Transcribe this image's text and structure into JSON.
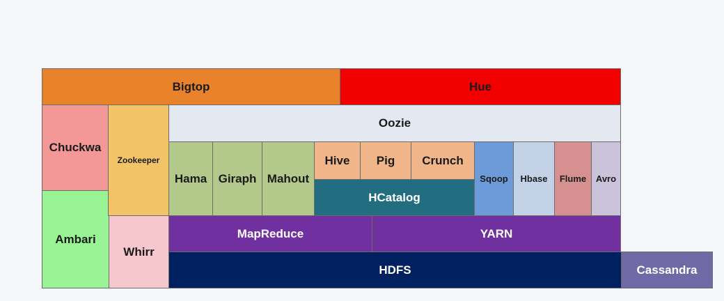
{
  "blocks": {
    "bigtop": "Bigtop",
    "hue": "Hue",
    "chuckwa": "Chuckwa",
    "zookeeper": "Zookeeper",
    "oozie": "Oozie",
    "hama": "Hama",
    "giraph": "Giraph",
    "mahout": "Mahout",
    "hive": "Hive",
    "pig": "Pig",
    "crunch": "Crunch",
    "hcatalog": "HCatalog",
    "sqoop": "Sqoop",
    "hbase": "Hbase",
    "flume": "Flume",
    "avro": "Avro",
    "ambari": "Ambari",
    "whirr": "Whirr",
    "mapreduce": "MapReduce",
    "yarn": "YARN",
    "hdfs": "HDFS",
    "cassandra": "Cassandra"
  },
  "colors": {
    "bigtop": "#e8832b",
    "hue": "#f20000",
    "chuckwa": "#f39896",
    "zookeeper": "#f3c467",
    "oozie": "#e4e8f0",
    "analytics_green": "#b2c98b",
    "hive_pig_crunch": "#f0b689",
    "hcatalog": "#236d80",
    "sqoop": "#6d9ad8",
    "hbase": "#c3d2e6",
    "flume": "#d69090",
    "avro": "#cbc2dc",
    "ambari": "#98f494",
    "whirr": "#f6c7cc",
    "mapreduce_yarn": "#7030a0",
    "hdfs": "#002060",
    "cassandra": "#6f6aa6"
  }
}
